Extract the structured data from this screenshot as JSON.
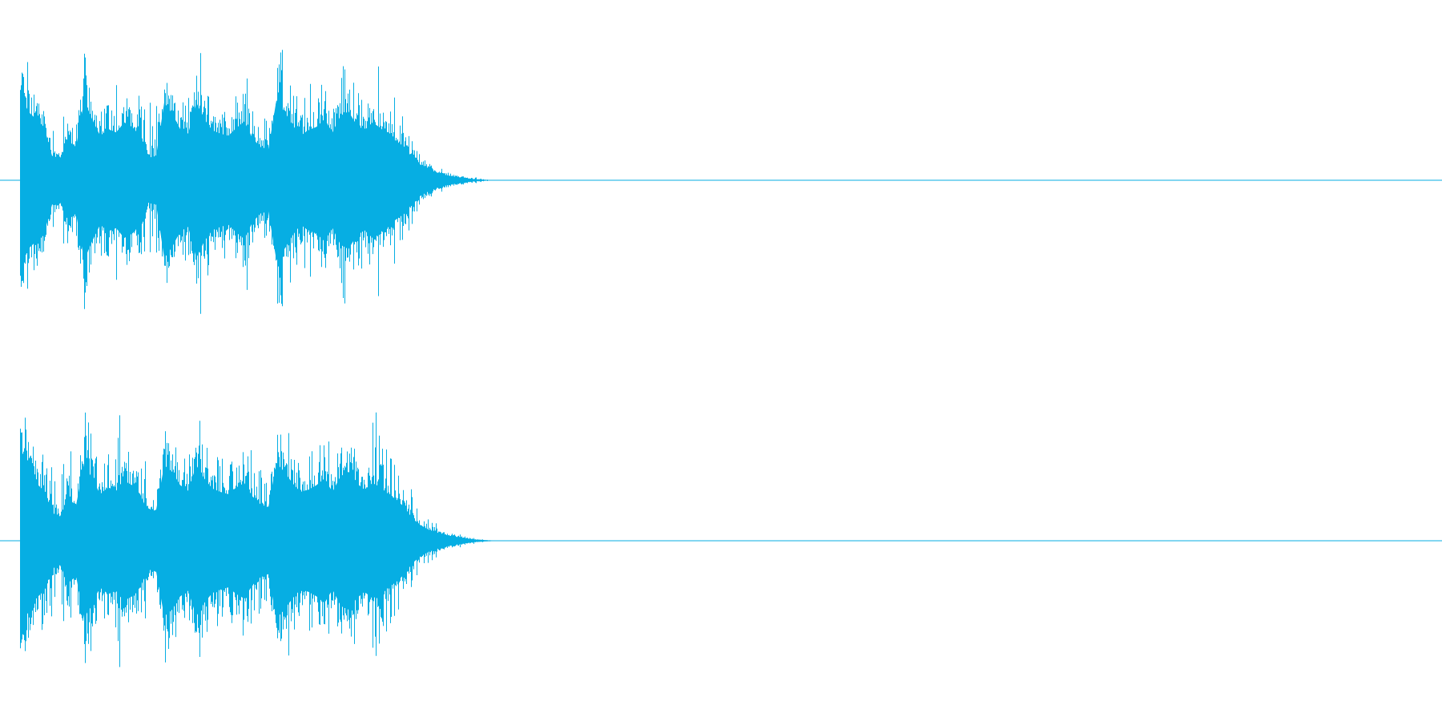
{
  "waveform": {
    "color": "#06aee3",
    "background": "#ffffff",
    "channels": [
      {
        "name": "",
        "amplitude_envelope": [
          0.8,
          0.62,
          0.55,
          0.48,
          0.22,
          0.2,
          0.35,
          0.3,
          0.72,
          0.55,
          0.4,
          0.46,
          0.43,
          0.52,
          0.48,
          0.4,
          0.2,
          0.22,
          0.7,
          0.6,
          0.46,
          0.42,
          0.7,
          0.55,
          0.45,
          0.42,
          0.4,
          0.47,
          0.53,
          0.38,
          0.3,
          0.28,
          0.72,
          0.62,
          0.5,
          0.4,
          0.45,
          0.48,
          0.55,
          0.43,
          0.58,
          0.62,
          0.5,
          0.45,
          0.52,
          0.47,
          0.4,
          0.35,
          0.3,
          0.2,
          0.14,
          0.1,
          0.07,
          0.05,
          0.035,
          0.025,
          0.015,
          0.008,
          0.004,
          0.002
        ],
        "peaks": [
          0.9,
          0.72,
          0.7,
          0.62,
          0.48,
          0.55,
          0.83,
          0.62,
          0.92,
          0.68,
          0.6,
          0.62,
          0.9,
          0.64,
          0.58,
          0.55,
          0.56,
          0.6,
          0.92,
          0.72,
          0.62,
          0.58,
          0.92,
          0.7,
          0.62,
          0.6,
          0.58,
          0.66,
          0.9,
          0.58,
          0.52,
          0.55,
          0.92,
          0.8,
          0.68,
          0.64,
          0.7,
          0.72,
          0.84,
          0.66,
          0.9,
          0.82,
          0.66,
          0.62,
          0.88,
          0.72,
          0.6,
          0.52,
          0.4,
          0.26,
          0.18,
          0.13,
          0.09,
          0.06,
          0.045,
          0.032,
          0.02,
          0.012,
          0.006,
          0.003
        ]
      },
      {
        "name": "",
        "amplitude_envelope": [
          0.78,
          0.6,
          0.52,
          0.45,
          0.25,
          0.22,
          0.38,
          0.32,
          0.7,
          0.56,
          0.42,
          0.48,
          0.45,
          0.54,
          0.5,
          0.42,
          0.25,
          0.28,
          0.68,
          0.62,
          0.5,
          0.45,
          0.68,
          0.56,
          0.47,
          0.44,
          0.42,
          0.48,
          0.52,
          0.4,
          0.33,
          0.3,
          0.7,
          0.62,
          0.52,
          0.44,
          0.46,
          0.5,
          0.56,
          0.44,
          0.58,
          0.62,
          0.52,
          0.46,
          0.52,
          0.48,
          0.42,
          0.37,
          0.3,
          0.2,
          0.14,
          0.1,
          0.075,
          0.055,
          0.04,
          0.028,
          0.018,
          0.01,
          0.005,
          0.002
        ],
        "peaks": [
          0.9,
          0.72,
          0.7,
          0.6,
          0.5,
          0.58,
          0.8,
          0.62,
          0.92,
          0.7,
          0.64,
          0.66,
          0.9,
          0.66,
          0.6,
          0.58,
          0.58,
          0.62,
          0.92,
          0.78,
          0.66,
          0.62,
          0.9,
          0.72,
          0.64,
          0.62,
          0.6,
          0.68,
          0.88,
          0.6,
          0.56,
          0.58,
          0.9,
          0.82,
          0.7,
          0.66,
          0.72,
          0.74,
          0.84,
          0.68,
          0.88,
          0.82,
          0.68,
          0.64,
          0.9,
          0.74,
          0.62,
          0.54,
          0.4,
          0.27,
          0.19,
          0.14,
          0.1,
          0.07,
          0.05,
          0.035,
          0.022,
          0.013,
          0.007,
          0.003
        ]
      }
    ]
  }
}
